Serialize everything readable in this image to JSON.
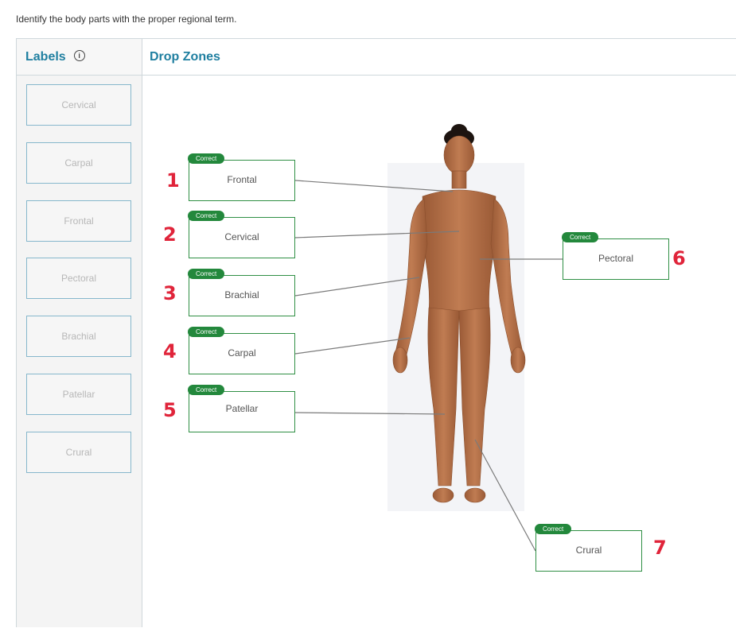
{
  "instruction": "Identify the body parts with the proper regional term.",
  "labels_panel": {
    "title": "Labels",
    "info_icon": "info-icon",
    "items": [
      "Cervical",
      "Carpal",
      "Frontal",
      "Pectoral",
      "Brachial",
      "Patellar",
      "Crural"
    ]
  },
  "drop_zones_panel": {
    "title": "Drop Zones",
    "zones": [
      {
        "label": "Frontal",
        "status": "Correct",
        "number": "1"
      },
      {
        "label": "Cervical",
        "status": "Correct",
        "number": "2"
      },
      {
        "label": "Brachial",
        "status": "Correct",
        "number": "3"
      },
      {
        "label": "Carpal",
        "status": "Correct",
        "number": "4"
      },
      {
        "label": "Patellar",
        "status": "Correct",
        "number": "5"
      },
      {
        "label": "Pectoral",
        "status": "Correct",
        "number": "6"
      },
      {
        "label": "Crural",
        "status": "Correct",
        "number": "7"
      }
    ]
  },
  "colors": {
    "accent": "#1f7fa0",
    "correct": "#23883c",
    "annotation": "#e0243a",
    "skin": "#b8734a"
  }
}
